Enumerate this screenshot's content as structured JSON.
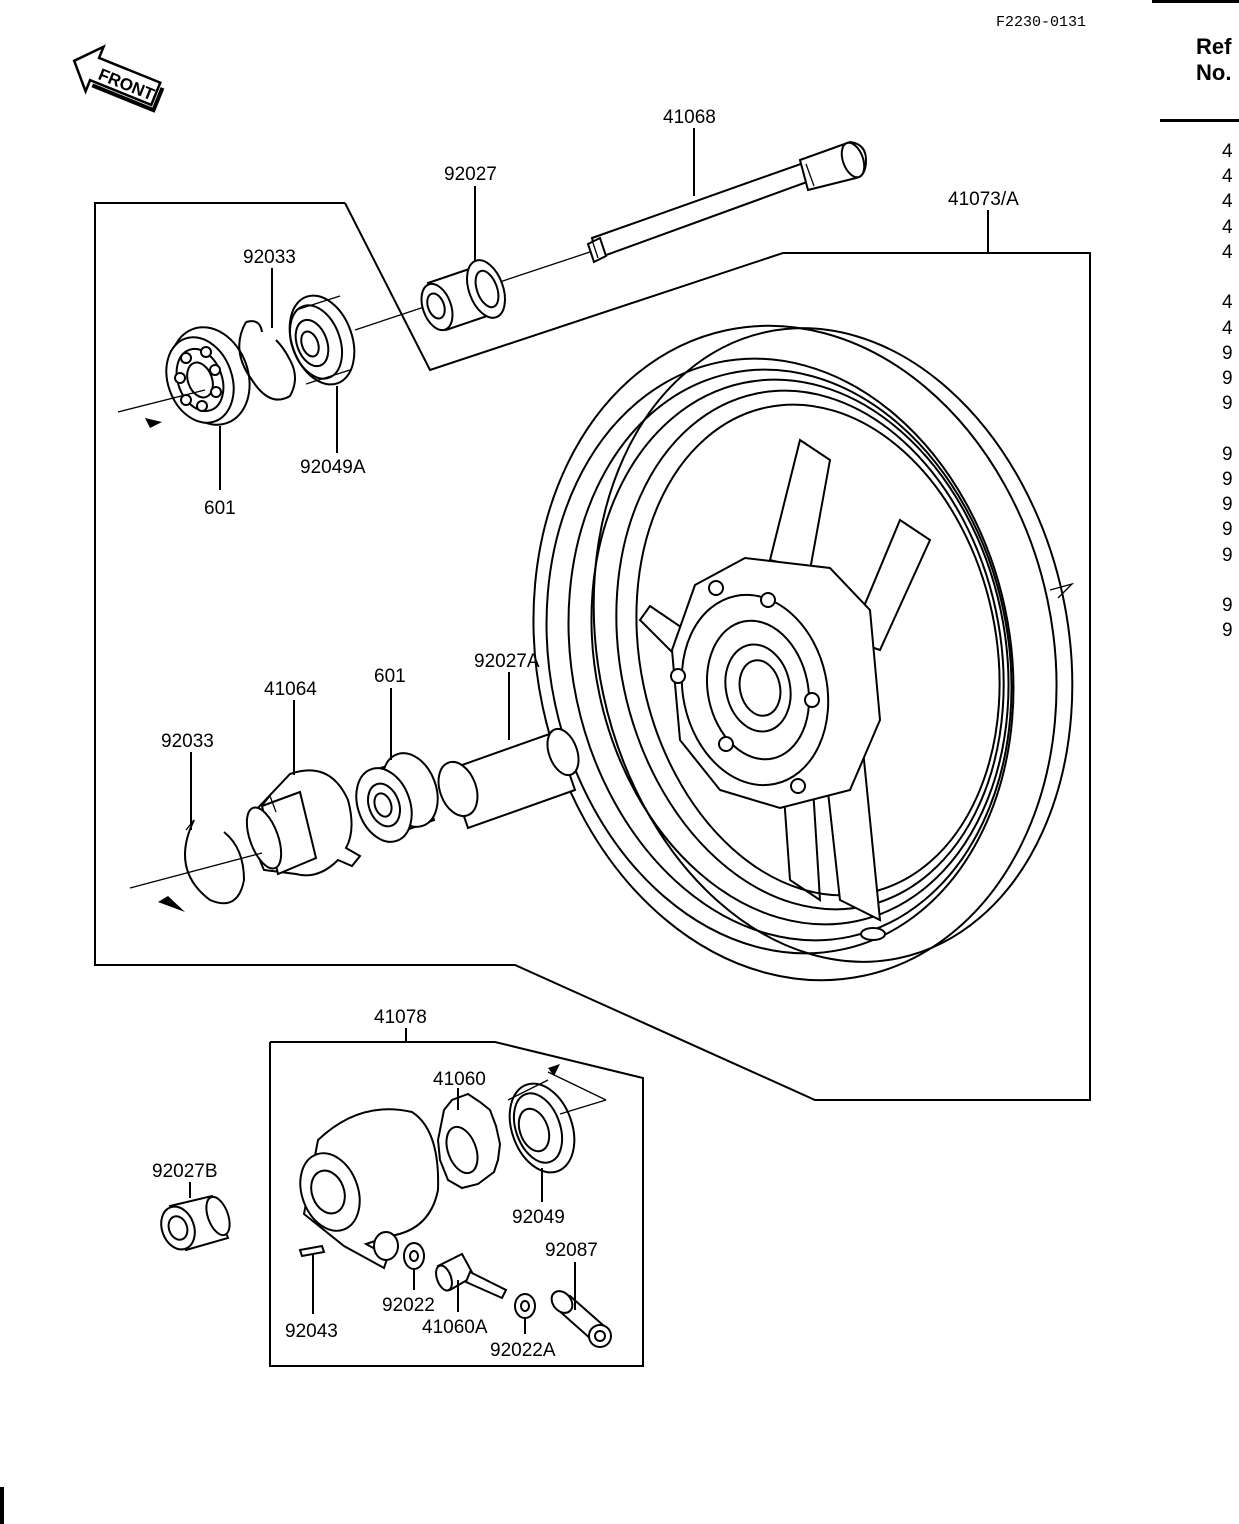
{
  "drawing_code": "F2230-0131",
  "front_arrow": "FRONT",
  "ref_header": [
    "Ref",
    "No."
  ],
  "ref_column_glyphs": [
    "4",
    "4",
    "4",
    "4",
    "4",
    "4",
    "4",
    "9",
    "9",
    "9",
    "9",
    "9",
    "9",
    "9",
    "9",
    "9",
    "9"
  ],
  "labels": {
    "p41068": "41068",
    "p92027": "92027",
    "p41073A": "41073/A",
    "p92033_top": "92033",
    "p92049A": "92049A",
    "p601_top": "601",
    "p41064": "41064",
    "p601_mid": "601",
    "p92027A": "92027A",
    "p92033_mid": "92033",
    "p41078": "41078",
    "p41060": "41060",
    "p92049": "92049",
    "p92027B": "92027B",
    "p92087": "92087",
    "p92022": "92022",
    "p92043": "92043",
    "p41060A": "41060A",
    "p92022A": "92022A"
  }
}
